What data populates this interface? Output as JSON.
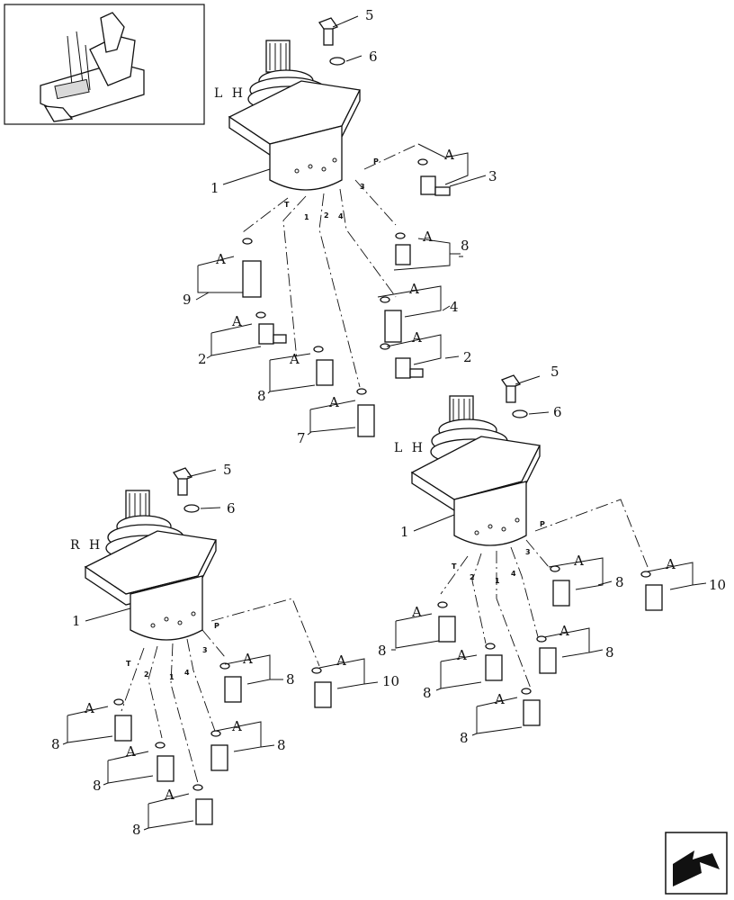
{
  "sides": {
    "left": "L H",
    "center": "L H",
    "right": "R H"
  },
  "callouts": {
    "valve": "1",
    "fitting_elbow": "2",
    "fitting_elbow_top": "3",
    "adapter_long": "4",
    "screw": "5",
    "washer": "6",
    "adapter": "7",
    "straight": "8",
    "tee": "9",
    "union": "10",
    "oring": "A"
  },
  "ports": {
    "p": "P",
    "t": "T",
    "p1": "1",
    "p2": "2",
    "p3": "3",
    "p4": "4"
  }
}
